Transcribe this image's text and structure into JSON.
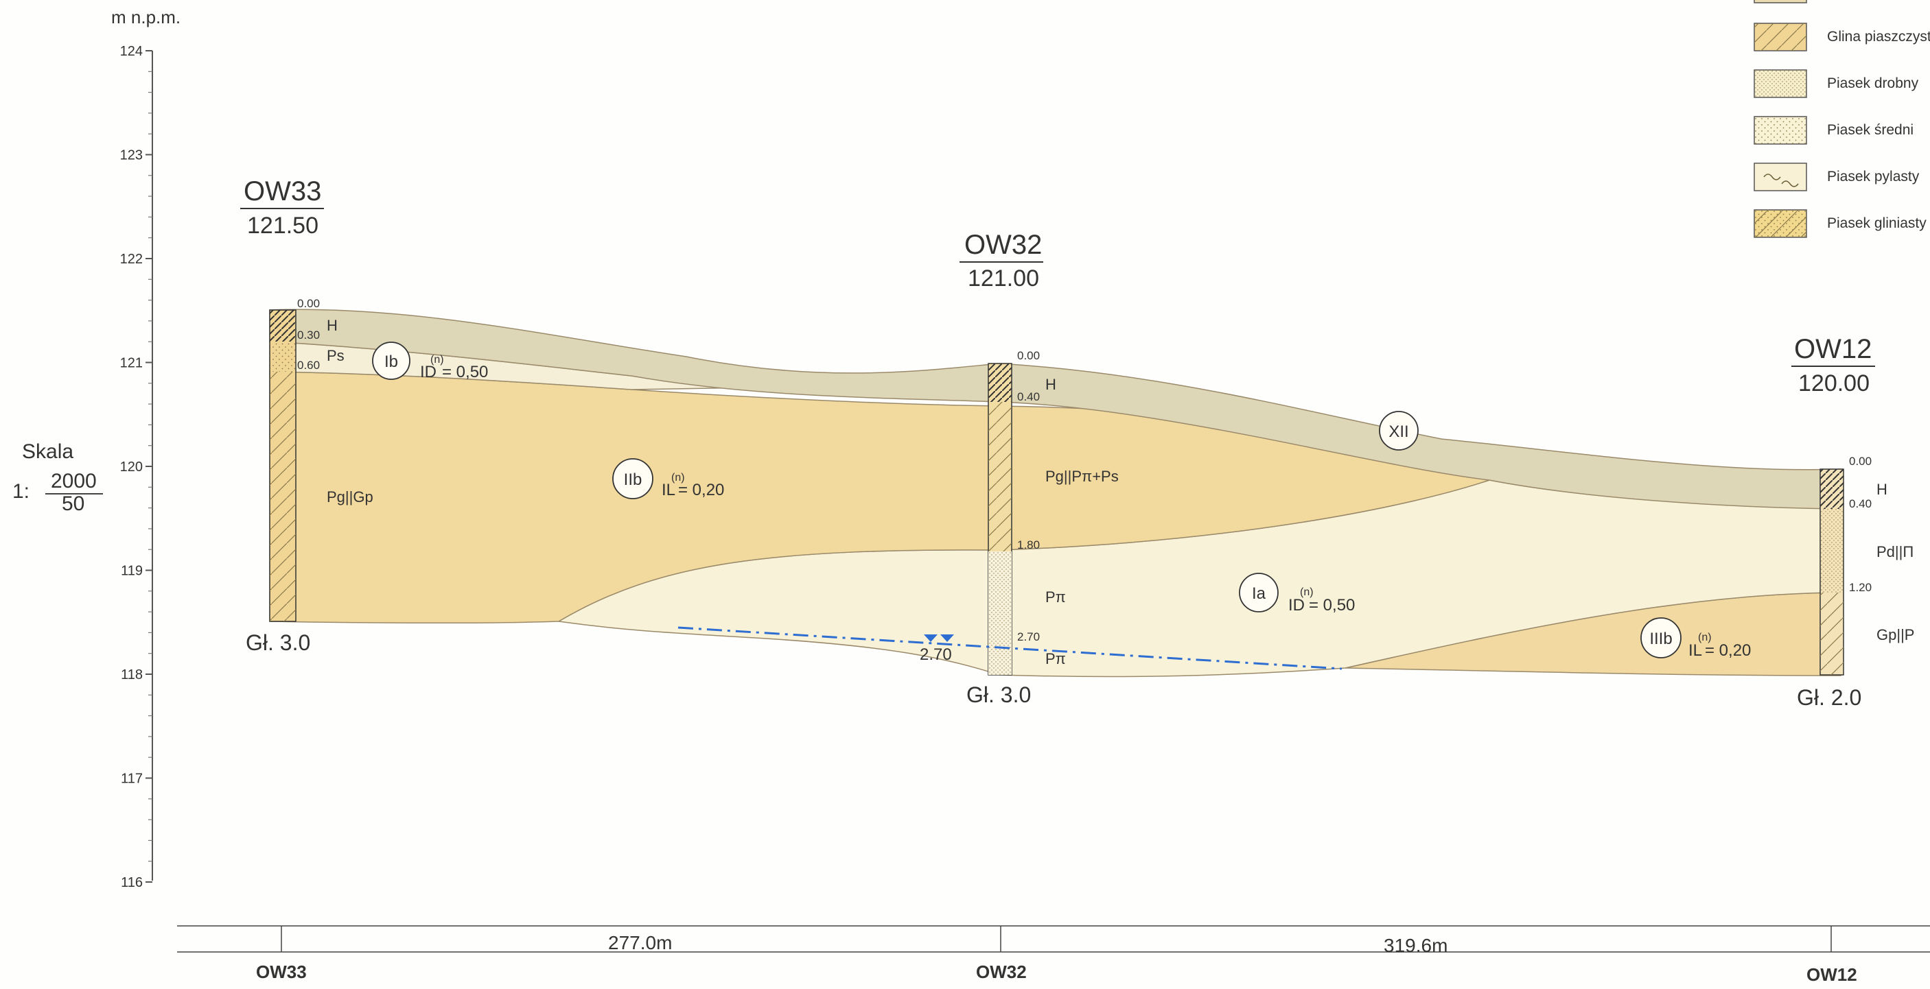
{
  "axis": {
    "unit": "m n.p.m.",
    "ticks": [
      "124",
      "123",
      "122",
      "121",
      "120",
      "119",
      "118",
      "117",
      "116"
    ]
  },
  "scale": {
    "label": "Skala",
    "prefix": "1:",
    "horizontal": "2000",
    "vertical": "50"
  },
  "boreholes": [
    {
      "id": "OW33",
      "elevation": "121.50",
      "depth_label": "Gł. 3.0",
      "bottom_name": "OW33",
      "depths": [
        "0.00",
        "0.30",
        "0.60"
      ],
      "soils": [
        "H",
        "Ps",
        "Pg||Gp"
      ]
    },
    {
      "id": "OW32",
      "elevation": "121.00",
      "depth_label": "Gł. 3.0",
      "bottom_name": "OW32",
      "depths": [
        "0.00",
        "0.40",
        "1.80",
        "2.70"
      ],
      "soils": [
        "H",
        "Pg||Pπ+Ps",
        "Pπ",
        "Pπ"
      ]
    },
    {
      "id": "OW12",
      "elevation": "120.00",
      "depth_label": "Gł. 2.0",
      "bottom_name": "OW12",
      "depths": [
        "0.00",
        "0.40",
        "1.20"
      ],
      "soils": [
        "H",
        "Pd||Π",
        "Gp||P"
      ]
    }
  ],
  "layers": [
    {
      "code": "Ib",
      "param_name": "ID",
      "param_sup": "(n)",
      "param_value": "= 0,50"
    },
    {
      "code": "IIb",
      "param_name": "IL",
      "param_sup": "(n)",
      "param_value": "= 0,20"
    },
    {
      "code": "XII"
    },
    {
      "code": "Ia",
      "param_name": "ID",
      "param_sup": "(n)",
      "param_value": "= 0,50"
    },
    {
      "code": "IIIb",
      "param_name": "IL",
      "param_sup": "(n)",
      "param_value": "= 0,20"
    }
  ],
  "water_level": {
    "depth": "2.70"
  },
  "distances": [
    "277.0m",
    "319.6m"
  ],
  "legend": [
    {
      "label": "Glina piaszczysta",
      "pattern": "diag",
      "color": "#f0d595"
    },
    {
      "label": "Piasek drobny",
      "pattern": "fine-dots",
      "color": "#f7eecb"
    },
    {
      "label": "Piasek średni",
      "pattern": "dots",
      "color": "#f9f2d5"
    },
    {
      "label": "Piasek pylasty",
      "pattern": "wave",
      "color": "#f8f1d6"
    },
    {
      "label": "Piasek gliniasty",
      "pattern": "dots-diag",
      "color": "#f3d98e"
    }
  ],
  "colors": {
    "humus": "#ddd7b8",
    "sand_medium": "#f5efd8",
    "clay_sand": "#f2d99d",
    "fine_sand": "#f8f2d9",
    "clay_lower": "#f1d9a1",
    "water_line": "#2e6dd1"
  }
}
